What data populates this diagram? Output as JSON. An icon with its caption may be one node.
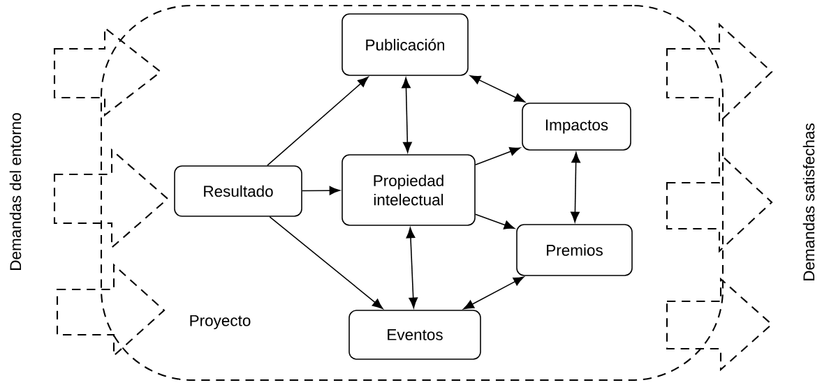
{
  "diagram": {
    "nodes": [
      {
        "text": [
          "Proyecto"
        ]
      },
      {
        "text": [
          "Resultado"
        ],
        "in": 0
      },
      {
        "text": [
          "Publicación"
        ],
        "in": 0
      },
      {
        "text": [
          "Propiedad intelectual"
        ],
        "in": 0
      },
      {
        "text": [
          "Eventos"
        ],
        "in": 0
      },
      {
        "text": [
          "Impactos"
        ],
        "in": 0
      },
      {
        "text": [
          "Premios"
        ],
        "in": 0
      }
    ],
    "edges": [
      {
        "from": 1,
        "to": 2,
        "arrow": "to"
      },
      {
        "from": 1,
        "to": 3,
        "arrow": "to"
      },
      {
        "from": 1,
        "to": 4,
        "arrow": "to"
      },
      {
        "from": 2,
        "to": 3,
        "arrow": "both"
      },
      {
        "from": 3,
        "to": 4,
        "arrow": "both"
      },
      {
        "from": 2,
        "to": 5,
        "arrow": "both"
      },
      {
        "from": 3,
        "to": 5,
        "arrow": "to"
      },
      {
        "from": 3,
        "to": 6,
        "arrow": "to"
      },
      {
        "from": 4,
        "to": 6,
        "arrow": "both"
      },
      {
        "from": 5,
        "to": 6,
        "arrow": "both"
      }
    ],
    "labels": [
      "Demandas del entorno",
      "Demandas satisfechas"
    ]
  }
}
